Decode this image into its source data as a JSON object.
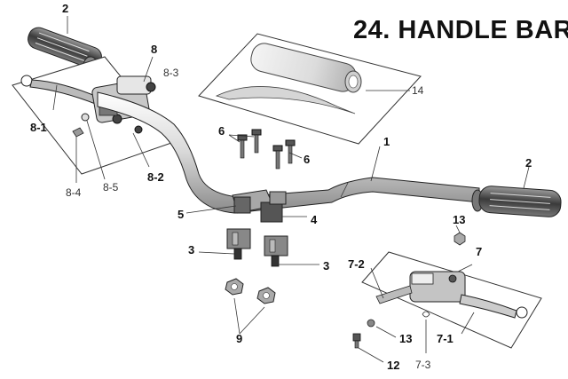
{
  "title": "24. HANDLE BAR",
  "callouts": {
    "c1": "1",
    "c2a": "2",
    "c2b": "2",
    "c3a": "3",
    "c3b": "3",
    "c4": "4",
    "c5": "5",
    "c6a": "6",
    "c6b": "6",
    "c7": "7",
    "c7_1": "7-1",
    "c7_2": "7-2",
    "c7_3": "7-3",
    "c8": "8",
    "c8_1": "8-1",
    "c8_2": "8-2",
    "c8_3": "8-3",
    "c8_4": "8-4",
    "c8_5": "8-5",
    "c9": "9",
    "c12": "12",
    "c13a": "13",
    "c13b": "13",
    "c14": "14"
  }
}
